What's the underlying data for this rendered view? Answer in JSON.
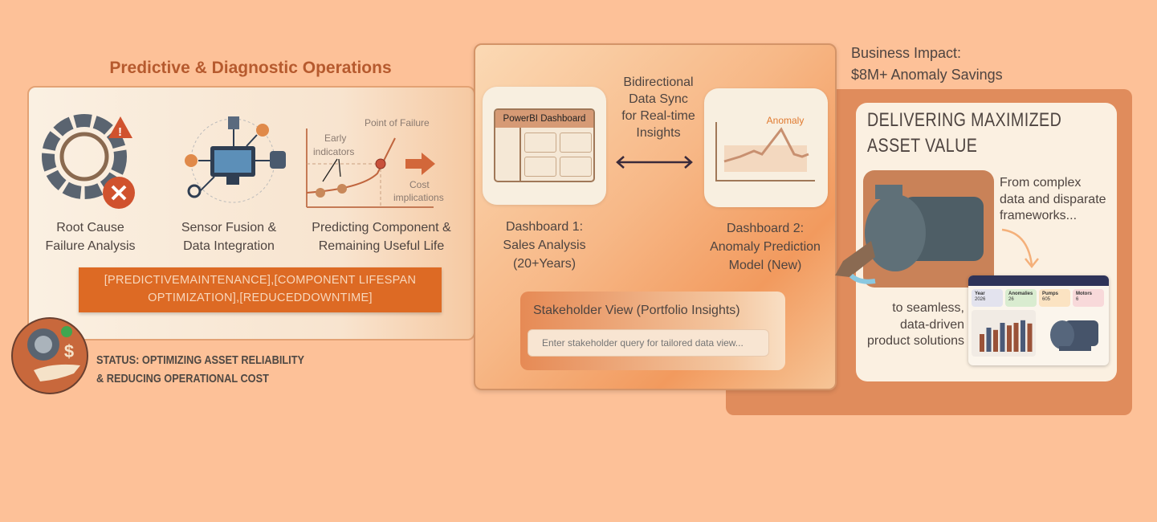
{
  "left": {
    "title": "Predictive & Diagnostic Operations",
    "items": [
      {
        "label_1": "Root Cause",
        "label_2": "Failure Analysis",
        "icon": "broken-gear-warning-icon"
      },
      {
        "label_1": "Sensor Fusion &",
        "label_2": "Data Integration",
        "icon": "sensor-network-icon"
      },
      {
        "label_1": "Predicting Component &",
        "label_2": "Remaining Useful Life",
        "icon": "failure-curve-icon"
      }
    ],
    "curve": {
      "early": "Early",
      "indicators": "indicators",
      "failure": "Point of Failure",
      "cost": "Cost",
      "implications": "implications"
    },
    "tag_1": "[PREDICTIVEMAINTENANCE],[COMPONENT LIFESPAN",
    "tag_2": "OPTIMIZATION],[REDUCEDDOWNTIME]",
    "status_1": "STATUS: OPTIMIZING ASSET RELIABILITY",
    "status_2": "& REDUCING OPERATIONAL COST"
  },
  "middle": {
    "card1_header": "PowerBI Dashboard",
    "anomaly": "Anomaly",
    "sync": [
      "Bidirectional",
      "Data Sync",
      "for Real-time",
      "Insights"
    ],
    "dash1": [
      "Dashboard 1:",
      "Sales Analysis",
      "(20+Years)"
    ],
    "dash2": [
      "Dashboard 2:",
      "Anomaly Prediction",
      "Model (New)"
    ],
    "stakeholder_title": "Stakeholder View (Portfolio Insights)",
    "stakeholder_placeholder": "Enter stakeholder query for tailored data view..."
  },
  "right": {
    "impact_1": "Business Impact:",
    "impact_2": "$8M+ Anomaly Savings",
    "title_1": "DELIVERING MAXIMIZED",
    "title_2": "ASSET VALUE",
    "from": [
      "From complex",
      "data and disparate",
      "frameworks..."
    ],
    "to": [
      "to seamless,",
      "data-driven",
      "product solutions"
    ],
    "mini": {
      "stats": [
        {
          "label": "Year",
          "value": "2026",
          "color": "#e3e3ee"
        },
        {
          "label": "Anomalies",
          "value": "26",
          "color": "#d9ecd0"
        },
        {
          "label": "Pumps",
          "value": "605",
          "color": "#fbe3c2"
        },
        {
          "label": "Motors",
          "value": "6",
          "color": "#f8d9da"
        }
      ],
      "bars": [
        0.55,
        0.75,
        0.68,
        0.9,
        0.82,
        0.9,
        0.98,
        0.88
      ]
    }
  },
  "colors": {
    "background": "#fdc198",
    "accent": "#dd6a24",
    "title": "#b65a2e",
    "panel_dark": "#e08c5c"
  }
}
